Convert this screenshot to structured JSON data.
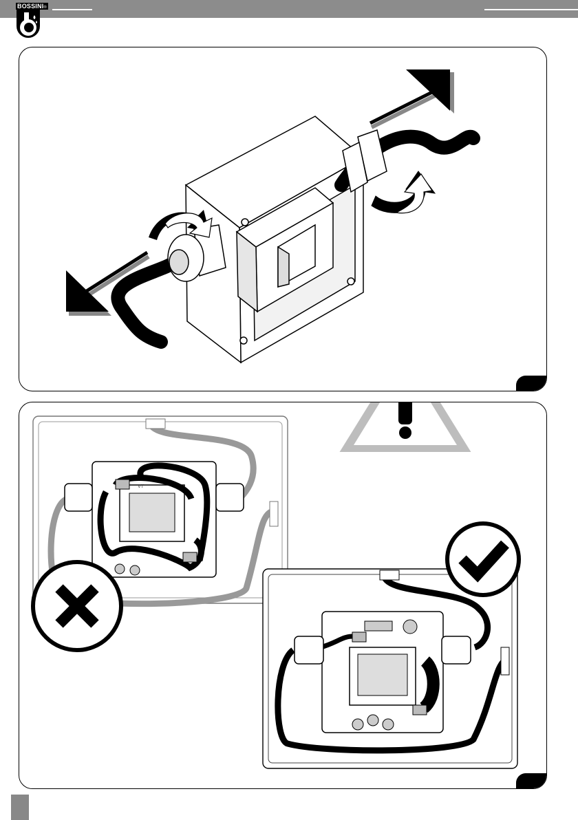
{
  "brand": {
    "name": "BOSSINI",
    "registered_mark": "®"
  },
  "diagram": {
    "top_panel": {
      "description_icons": [
        "cable-gland",
        "cable",
        "rotate-arrow",
        "direction-arrow"
      ]
    },
    "bottom_panel": {
      "wrong_marker": "cross-icon",
      "correct_marker": "check-icon",
      "board_label": "VT"
    }
  },
  "colors": {
    "header": "#8c8c8c",
    "ink": "#000000",
    "grey_cable": "#9a9a9a",
    "warning_fill": "#bdbdbd"
  }
}
